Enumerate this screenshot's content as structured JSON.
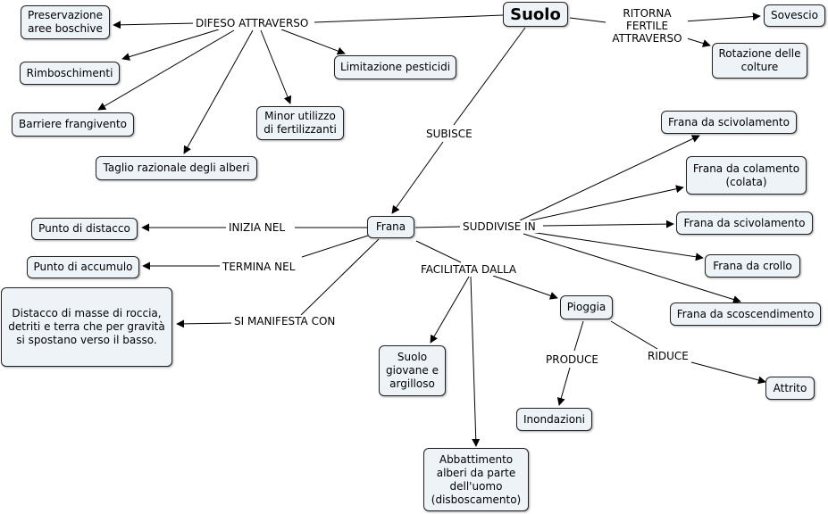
{
  "nodes": {
    "suolo": "Suolo",
    "preservazione": "Preservazione\naree boschive",
    "rimboschimenti": "Rimboschimenti",
    "barriere": "Barriere frangivento",
    "taglio": "Taglio razionale degli alberi",
    "minor": "Minor utilizzo\ndi fertilizzanti",
    "limitazione": "Limitazione pesticidi",
    "sovescio": "Sovescio",
    "rotazione": "Rotazione delle\ncolture",
    "frana": "Frana",
    "distacco_punto": "Punto di distacco",
    "accumulo": "Punto di accumulo",
    "distacco_desc": "Distacco di masse di roccia,\ndetriti e terra che per gravità\nsi spostano verso il basso.",
    "scivolamento1": "Frana da scivolamento",
    "colamento": "Frana da colamento\n(colata)",
    "scivolamento2": "Frana da scivolamento",
    "crollo": "Frana da crollo",
    "scoscendimento": "Frana da scoscendimento",
    "pioggia": "Pioggia",
    "suolo_giovane": "Suolo\ngiovane e\nargilloso",
    "abbattimento": "Abbattimento\nalberi da parte\ndell'uomo\n(disboscamento)",
    "inondazioni": "Inondazioni",
    "attrito": "Attrito"
  },
  "links": {
    "difeso": "DIFESO ATTRAVERSO",
    "ritorna": "RITORNA\nFERTILE\nATTRAVERSO",
    "subisce": "SUBISCE",
    "inizia": "INIZIA NEL",
    "termina": "TERMINA NEL",
    "manifesta": "SI MANIFESTA CON",
    "suddivise": "SUDDIVISE IN",
    "facilitata": "FACILITATA DALLA",
    "produce": "PRODUCE",
    "riduce": "RIDUCE"
  }
}
